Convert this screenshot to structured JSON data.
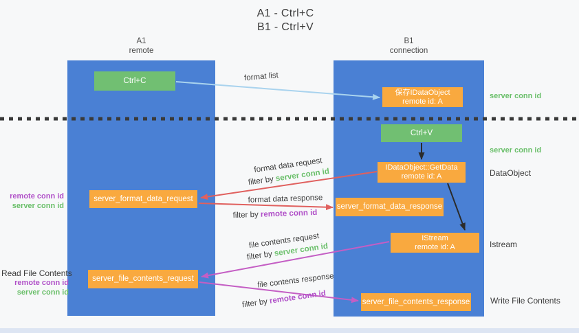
{
  "title": {
    "line1": "A1 - Ctrl+C",
    "line2": "B1 - Ctrl+V"
  },
  "columns": {
    "a1": {
      "name": "A1",
      "subtitle": "remote"
    },
    "b1": {
      "name": "B1",
      "subtitle": "connection"
    }
  },
  "nodes": {
    "ctrl_c": {
      "label": "Ctrl+C"
    },
    "save_idataobject": {
      "line1": "保存IDataObject",
      "line2": "remote id: A"
    },
    "ctrl_v": {
      "label": "Ctrl+V"
    },
    "getdata": {
      "line1": "IDataObject::GetData",
      "line2": "remote id: A"
    },
    "format_request": {
      "label": "server_format_data_request"
    },
    "format_response": {
      "label": "server_format_data_response"
    },
    "istream": {
      "line1": "IStream",
      "line2": "remote id: A"
    },
    "file_request": {
      "label": "server_file_contents_request"
    },
    "file_response": {
      "label": "server_file_contents_response"
    }
  },
  "arrows": {
    "format_list": {
      "label": "format list"
    },
    "format_data_request": {
      "label": "format data request",
      "filter_prefix": "filter by",
      "filter_key": "server conn id"
    },
    "format_data_response": {
      "label": "format data response",
      "filter_prefix": "filter by",
      "filter_key": "remote conn id"
    },
    "file_contents_request": {
      "label": "file contents request",
      "filter_prefix": "filter by",
      "filter_key": "server conn id"
    },
    "file_contents_response": {
      "label": "file contents response",
      "filter_prefix": "filter by",
      "filter_key": "remote conn id"
    }
  },
  "side_labels": {
    "left_format": {
      "remote": "remote conn id",
      "server": "server conn id"
    },
    "left_file": {
      "title": "Read File Contents",
      "remote": "remote conn id",
      "server": "server conn id"
    },
    "right_top": "server conn id",
    "right_ctrlv": "server conn id",
    "right_dataobject": "DataObject",
    "right_istream": "Istream",
    "right_write": "Write File Contents"
  },
  "colors": {
    "column_blue": "#4a80d4",
    "box_green": "#71bf72",
    "box_orange": "#f9a93f",
    "arrow_lightblue": "#a9d3ee",
    "arrow_red": "#e0605e",
    "arrow_magenta": "#c45ec4",
    "text_green": "#6abf6a",
    "text_purple": "#b050c8"
  }
}
